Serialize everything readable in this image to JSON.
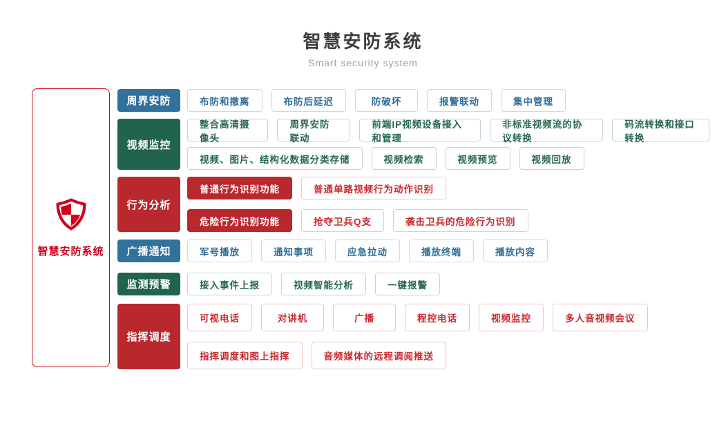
{
  "header": {
    "title": "智慧安防系统",
    "subtitle": "Smart security system"
  },
  "root": {
    "label": "智慧安防系统",
    "icon": "shield-icon"
  },
  "colors": {
    "blue": "#31719c",
    "green": "#20634e",
    "red": "#b9282d",
    "root_red": "#d0021b",
    "title_text": "#3d3d3d",
    "subtitle_text": "#9c9c9c"
  },
  "rows": [
    {
      "id": "perimeter-security",
      "label": "周界安防",
      "theme": "blue",
      "lines": [
        [
          {
            "label": "布防和撤离"
          },
          {
            "label": "布防后延迟"
          },
          {
            "label": "防破坏"
          },
          {
            "label": "报警联动"
          },
          {
            "label": "集中管理"
          }
        ]
      ]
    },
    {
      "id": "video-surveillance",
      "label": "视频监控",
      "theme": "green",
      "lines": [
        [
          {
            "label": "整合高清摄像头"
          },
          {
            "label": "周界安防联动"
          },
          {
            "label": "前端IP视频设备接入和管理"
          },
          {
            "label": "非标准视频流的协议转换"
          },
          {
            "label": "码流转换和接口转换"
          }
        ],
        [
          {
            "label": "视频、图片、结构化数据分类存储"
          },
          {
            "label": "视频检索"
          },
          {
            "label": "视频预览"
          },
          {
            "label": "视频回放"
          }
        ]
      ]
    },
    {
      "id": "behavior-analysis",
      "label": "行为分析",
      "theme": "red",
      "lines": [
        [
          {
            "label": "普通行为识别功能",
            "solid": true
          },
          {
            "label": "普通单路视频行为动作识别"
          }
        ],
        [
          {
            "label": "危险行为识别功能",
            "solid": true
          },
          {
            "label": "抢夺卫兵Q支"
          },
          {
            "label": "袭击卫兵的危险行为识别"
          }
        ]
      ]
    },
    {
      "id": "broadcast-notice",
      "label": "广播通知",
      "theme": "blue",
      "lines": [
        [
          {
            "label": "军号播放"
          },
          {
            "label": "通知事项"
          },
          {
            "label": "应急拉动"
          },
          {
            "label": "播放终端"
          },
          {
            "label": "播放内容"
          }
        ]
      ]
    },
    {
      "id": "monitor-warning",
      "label": "监测预警",
      "theme": "green",
      "lines": [
        [
          {
            "label": "接入事件上报"
          },
          {
            "label": "视频智能分析"
          },
          {
            "label": "一键报警"
          }
        ]
      ]
    },
    {
      "id": "command-dispatch",
      "label": "指挥调度",
      "theme": "red",
      "lines": [
        [
          {
            "label": "可视电话"
          },
          {
            "label": "对讲机"
          },
          {
            "label": "广播"
          },
          {
            "label": "程控电话"
          },
          {
            "label": "视频监控"
          },
          {
            "label": "多人音视频会议"
          }
        ],
        [
          {
            "label": "指挥调度和图上指挥"
          },
          {
            "label": "音频媒体的远程调阅推送"
          }
        ]
      ]
    }
  ]
}
